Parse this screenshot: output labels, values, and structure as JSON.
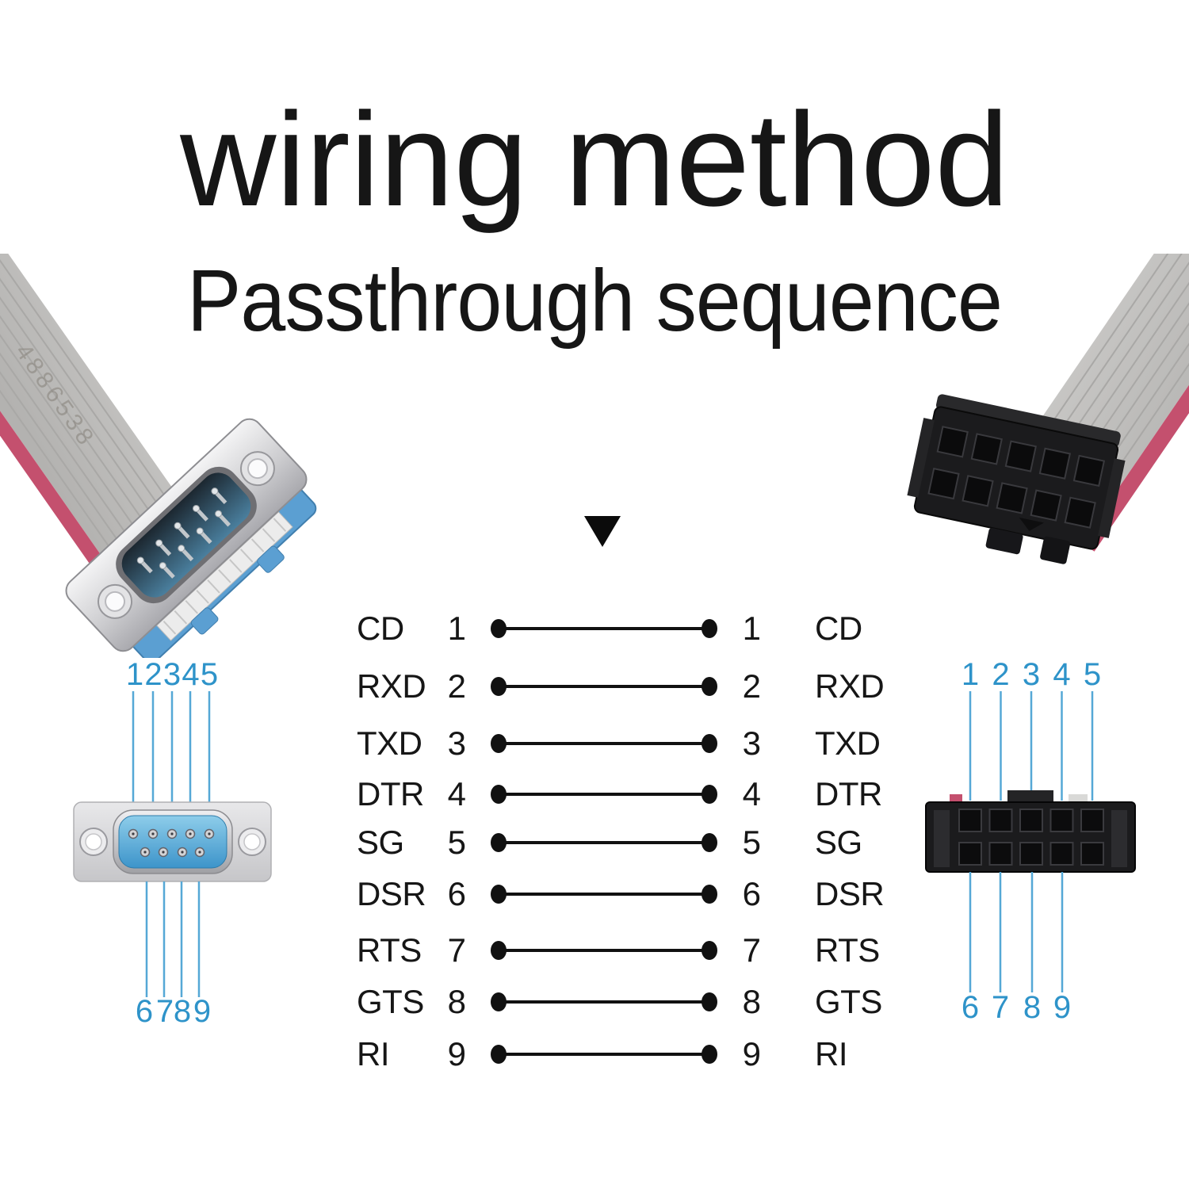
{
  "header": {
    "title": "wiring method",
    "subtitle": "Passthrough sequence"
  },
  "icons": {
    "divider": "down-triangle"
  },
  "colors": {
    "text": "#161616",
    "wire": "#111111",
    "pin_blue": "#2e93c9",
    "line_blue": "#55a8d6",
    "cable_red": "#c4506e",
    "db9_insert_blue": "#4d9fd2",
    "idc_body": "#1b1b1d"
  },
  "diagram": {
    "rows": [
      {
        "signal": "CD",
        "pin": "1"
      },
      {
        "signal": "RXD",
        "pin": "2"
      },
      {
        "signal": "TXD",
        "pin": "3"
      },
      {
        "signal": "DTR",
        "pin": "4"
      },
      {
        "signal": "SG",
        "pin": "5"
      },
      {
        "signal": "DSR",
        "pin": "6"
      },
      {
        "signal": "RTS",
        "pin": "7"
      },
      {
        "signal": "GTS",
        "pin": "8"
      },
      {
        "signal": "RI",
        "pin": "9"
      }
    ]
  },
  "db9_connector": {
    "top_pins": [
      "1",
      "2",
      "3",
      "4",
      "5"
    ],
    "bottom_pins": [
      "6",
      "7",
      "8",
      "9"
    ]
  },
  "idc_connector": {
    "top_pins": [
      "1",
      "2",
      "3",
      "4",
      "5"
    ],
    "bottom_pins": [
      "6",
      "7",
      "8",
      "9"
    ]
  },
  "photos": {
    "left_cable_text": "4886538"
  }
}
